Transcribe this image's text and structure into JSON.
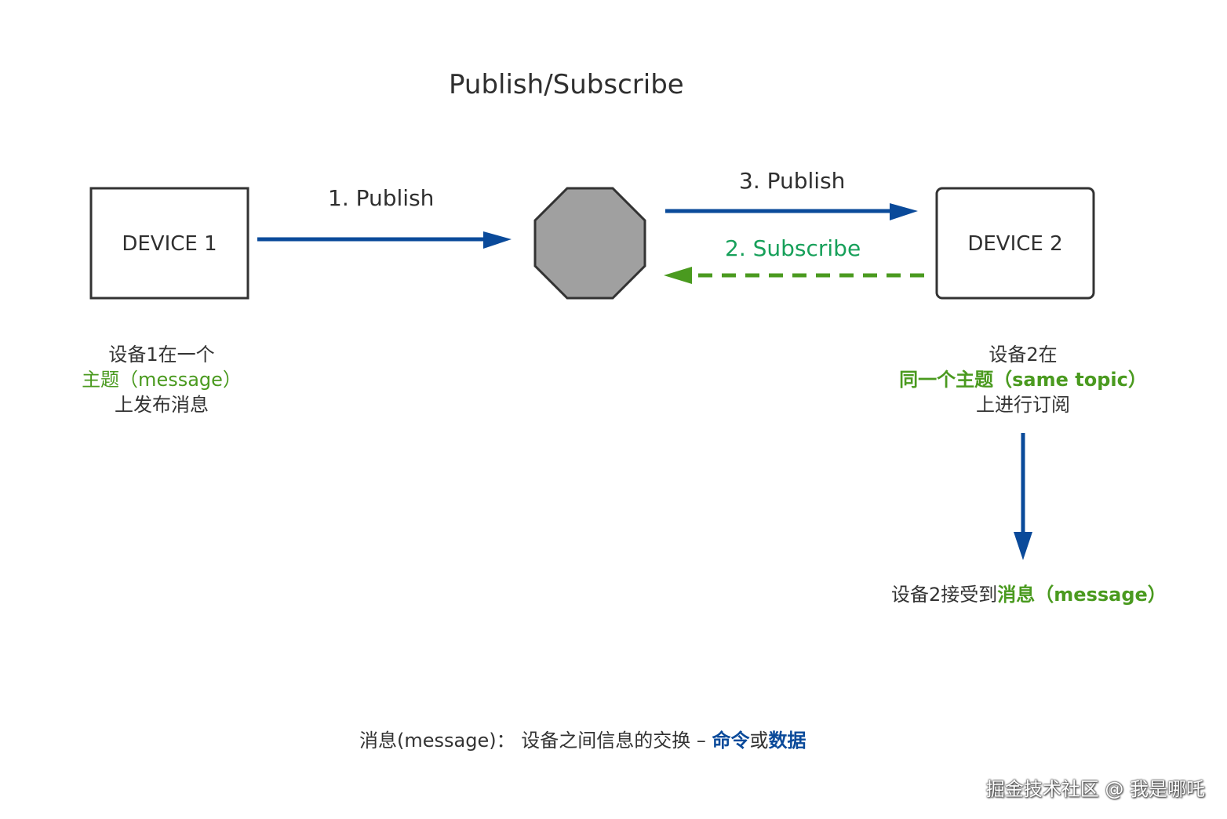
{
  "title": "Publish/Subscribe",
  "nodes": {
    "device1": "DEVICE 1",
    "device2": "DEVICE 2"
  },
  "edges": {
    "publish1": "1. Publish",
    "subscribe2": "2. Subscribe",
    "publish3": "3. Publish"
  },
  "captions": {
    "device1": {
      "line1": "设备1在一个",
      "line2": "主题（message）",
      "line3": "上发布消息"
    },
    "device2": {
      "line1": "设备2在",
      "line2": "同一个主题（same topic）",
      "line3": "上进行订阅"
    },
    "received": {
      "prefix": "设备2接受到",
      "highlight": "消息（message）"
    }
  },
  "footer": {
    "prefix": "消息(message)： 设备之间信息的交换 – ",
    "word1": "命令",
    "joiner": "或",
    "word2": "数据"
  },
  "watermark": "掘金技术社区 @ 我是哪吒",
  "colors": {
    "arrow_blue": "#0a4a9a",
    "subscribe_green": "#4a9a1f",
    "broker_fill": "#a0a0a0",
    "box_stroke": "#333333"
  }
}
